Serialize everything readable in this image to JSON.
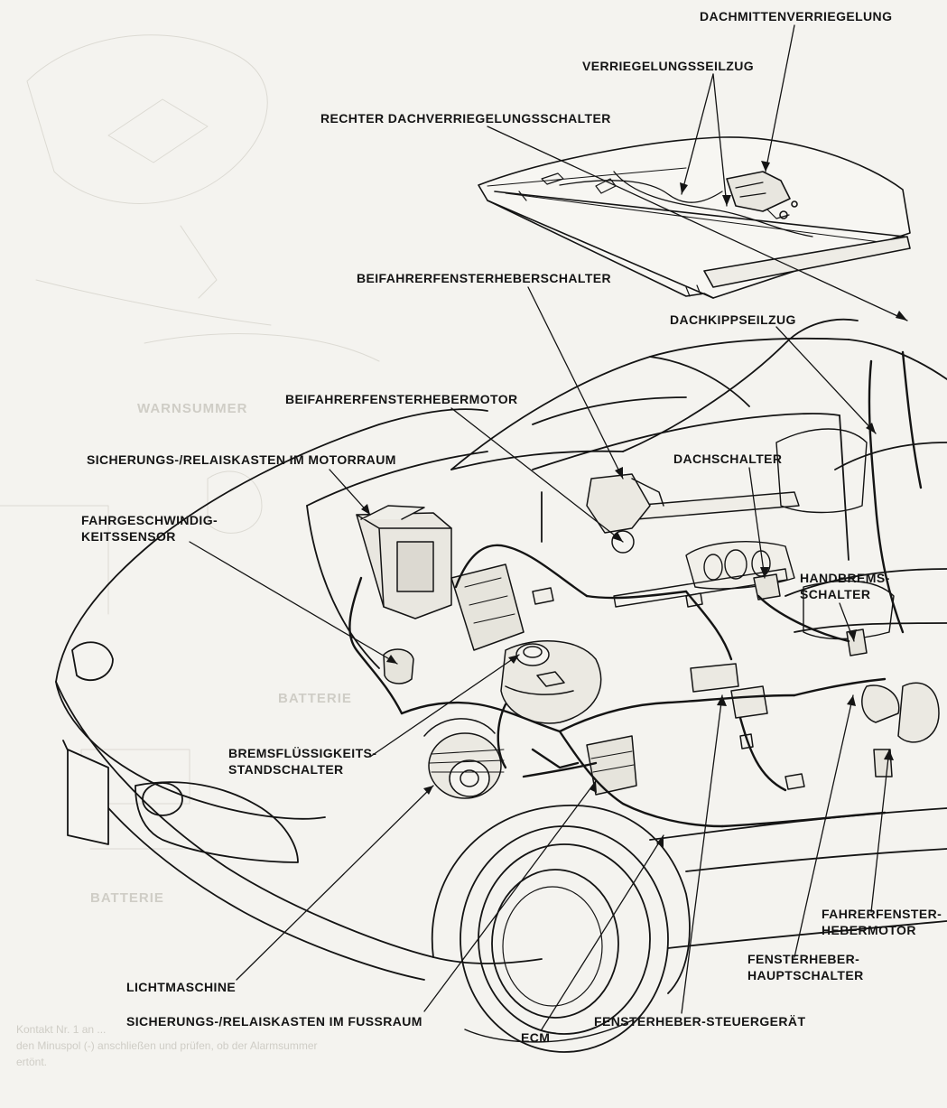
{
  "labels": {
    "dachmittenverriegelung": "DACHMITTENVERRIEGELUNG",
    "verriegelungsseilzug": "VERRIEGELUNGSSEILZUG",
    "rechter_dachverriegelungsschalter": "RECHTER DACHVERRIEGELUNGSSCHALTER",
    "beifahrerfensterheberschalter": "BEIFAHRERFENSTERHEBERSCHALTER",
    "dachkippseilzug": "DACHKIPPSEILZUG",
    "beifahrerfenstehebermotor": "BEIFAHRERFENSTERHEBERMOTOR",
    "sicherungs_relaiskasten_motorraum": "SICHERUNGS-/RELAISKASTEN IM MOTORRAUM",
    "dachschalter": "DACHSCHALTER",
    "fahrgeschwindigkeitssensor_1": "FAHRGESCHWINDIG-",
    "fahrgeschwindigkeitssensor_2": "KEITSSENSOR",
    "handbremsschalter_1": "HANDBREMS-",
    "handbremsschalter_2": "SCHALTER",
    "bremsfluessigkeitsstandschalter_1": "BREMSFLÜSSIGKEITS-",
    "bremsfluessigkeitsstandschalter_2": "STANDSCHALTER",
    "fahrerfensterhebermotor_1": "FAHRERFENSTER-",
    "fahrerfensterhebermotor_2": "HEBERMOTOR",
    "fensterheber_hauptschalter_1": "FENSTERHEBER-",
    "fensterheber_hauptschalter_2": "HAUPTSCHALTER",
    "lichtmaschine": "LICHTMASCHINE",
    "sicherungs_relaiskasten_fussraum": "SICHERUNGS-/RELAISKASTEN IM FUSSRAUM",
    "ecm": "ECM",
    "fensterheber_steuergeraet": "FENSTERHEBER-STEUERGERÄT"
  },
  "background_text": {
    "warnsummer": "WARNSUMMER",
    "batterie_1": "BATTERIE",
    "batterie_2": "BATTERIE",
    "bottom_line_1": "Kontakt Nr. 1 an ...",
    "bottom_line_2": "den Minuspol (-) anschließen und prüfen, ob der Alarmsummer",
    "bottom_line_3": "ertönt."
  },
  "colors": {
    "ink": "#141414",
    "paper": "#f4f3ef",
    "ghost": "#cfcdc6"
  }
}
